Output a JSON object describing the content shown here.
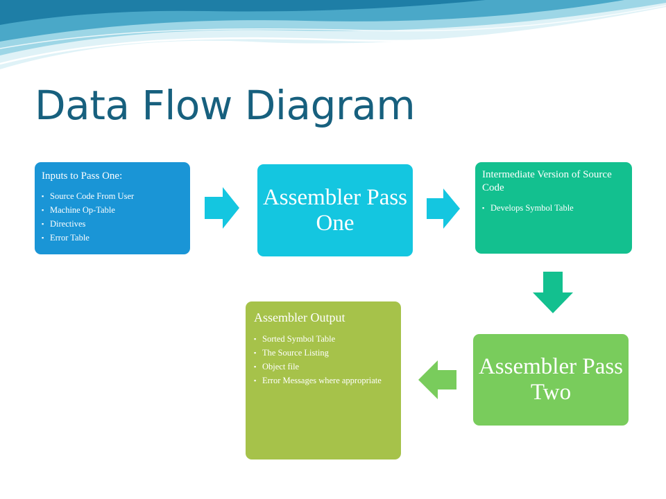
{
  "slide": {
    "title": "Data Flow Diagram"
  },
  "colors": {
    "title": "#17607e",
    "inputs_box": "#1a95d6",
    "pass_one_box": "#14c6e0",
    "intermediate_box": "#13c08f",
    "pass_two_box": "#79cc5c",
    "output_box": "#a6c24a"
  },
  "nodes": {
    "inputs": {
      "heading": "Inputs to Pass One:",
      "items": [
        "Source Code From User",
        "Machine Op-Table",
        "Directives",
        "Error Table"
      ]
    },
    "pass_one": {
      "label": "Assembler Pass One"
    },
    "intermediate": {
      "heading": "Intermediate Version of Source Code",
      "items": [
        "Develops Symbol Table"
      ]
    },
    "pass_two": {
      "label": "Assembler Pass Two"
    },
    "output": {
      "heading": "Assembler Output",
      "items": [
        "Sorted Symbol Table",
        "The Source Listing",
        "Object file",
        "Error Messages where appropriate"
      ]
    }
  },
  "edges": [
    {
      "from": "inputs",
      "to": "pass_one",
      "direction": "right"
    },
    {
      "from": "pass_one",
      "to": "intermediate",
      "direction": "right"
    },
    {
      "from": "intermediate",
      "to": "pass_two",
      "direction": "down"
    },
    {
      "from": "pass_two",
      "to": "output",
      "direction": "left"
    }
  ]
}
